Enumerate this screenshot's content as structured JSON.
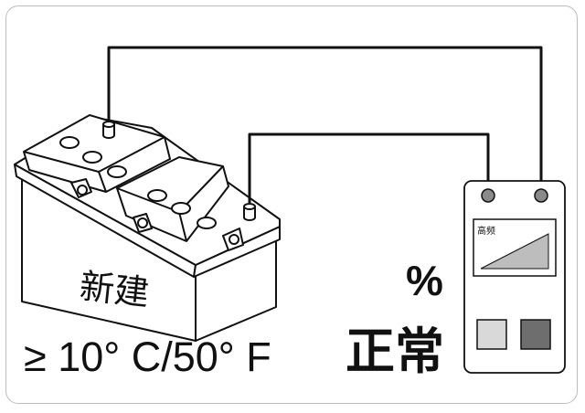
{
  "battery": {
    "label": "新建"
  },
  "tester": {
    "display_label": "高频",
    "indicator_left_color": "#d9d9d9",
    "indicator_right_color": "#6e6e6e",
    "wedge_color": "#bdbdbd"
  },
  "result": {
    "percent_symbol": "%",
    "status": "正常"
  },
  "condition": {
    "temperature": "≥ 10° C/50° F"
  }
}
